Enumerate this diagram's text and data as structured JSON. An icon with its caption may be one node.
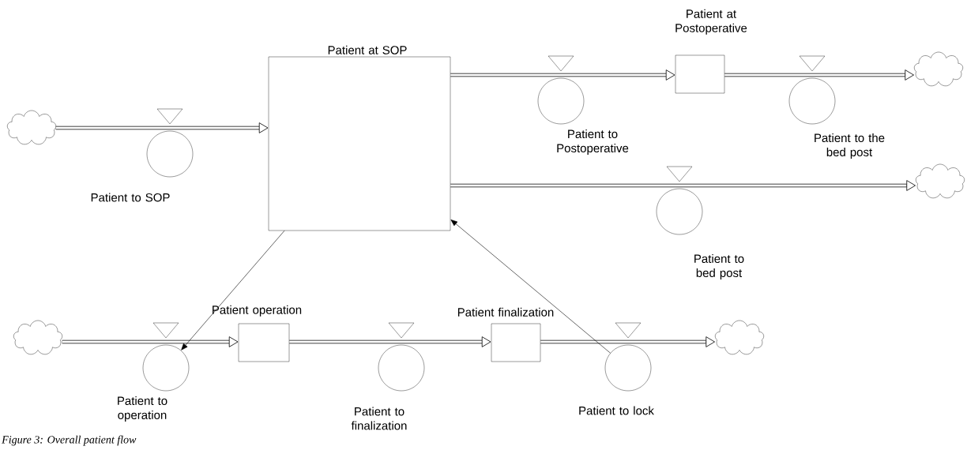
{
  "diagram": {
    "caption": "Figure 3: Overall patient flow",
    "nodes": [
      {
        "text": [],
        "shape": "cloud"
      },
      {
        "text": [
          "Patient at SOP"
        ]
      },
      {
        "text": [
          "Patient to SOP"
        ]
      },
      {
        "text": [
          "Patient to Postoperative"
        ]
      },
      {
        "text": [
          "Patient at Postoperative"
        ]
      },
      {
        "text": [
          "Patient to the bed post"
        ]
      },
      {
        "text": [],
        "shape": "cloud"
      },
      {
        "text": [
          "Patient to bed post"
        ]
      },
      {
        "text": [],
        "shape": "cloud"
      },
      {
        "text": [],
        "shape": "cloud"
      },
      {
        "text": [
          "Patient to operation"
        ]
      },
      {
        "text": [
          "Patient operation"
        ]
      },
      {
        "text": [
          "Patient to finalization"
        ]
      },
      {
        "text": [
          "Patient finalization"
        ]
      },
      {
        "text": [
          "Patient to lock"
        ]
      },
      {
        "text": [],
        "shape": "cloud"
      }
    ],
    "edges": [
      {
        "from": 0,
        "to": 1,
        "arrow": "to"
      },
      {
        "from": 1,
        "to": 4,
        "arrow": "to"
      },
      {
        "from": 4,
        "to": 6,
        "arrow": "to"
      },
      {
        "from": 1,
        "to": 8,
        "arrow": "to"
      },
      {
        "from": 9,
        "to": 11,
        "arrow": "to"
      },
      {
        "from": 11,
        "to": 13,
        "arrow": "to"
      },
      {
        "from": 13,
        "to": 15,
        "arrow": "to"
      },
      {
        "from": 1,
        "to": 10,
        "arrow": "to"
      },
      {
        "from": 14,
        "to": 1,
        "arrow": "to"
      }
    ]
  }
}
